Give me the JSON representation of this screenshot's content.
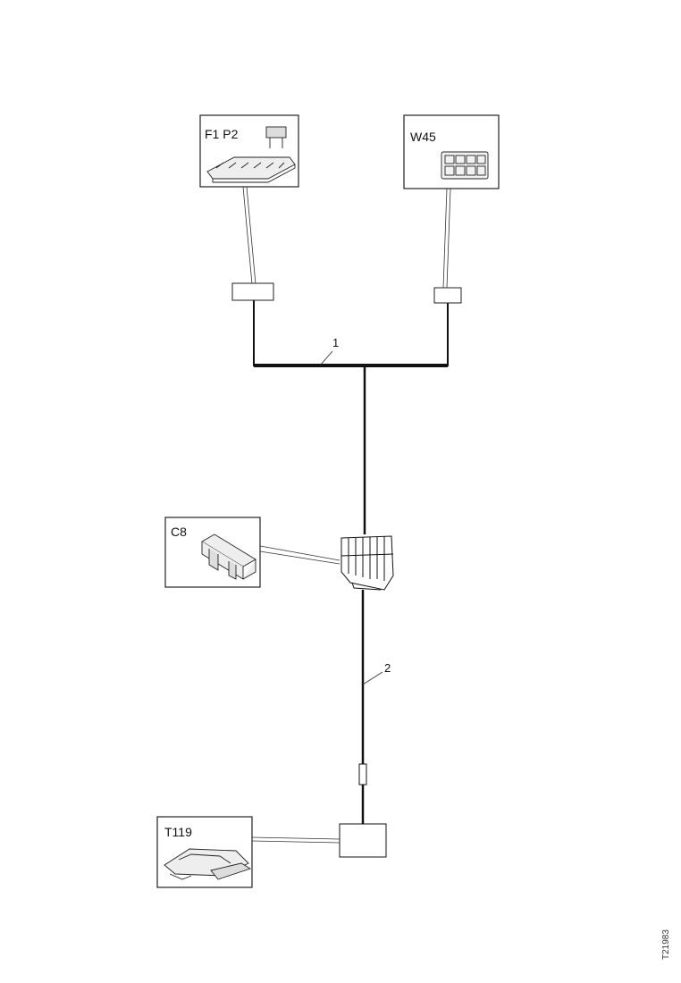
{
  "components": {
    "fuse_box": {
      "label": "F1 P2",
      "icon": "fuse-relay-box-icon"
    },
    "switch_panel": {
      "label": "W45",
      "icon": "switch-panel-icon"
    },
    "connector_c8": {
      "label": "C8",
      "icon": "connector-block-icon"
    },
    "unit_t119": {
      "label": "T119",
      "icon": "vehicle-unit-icon"
    }
  },
  "wires": {
    "wire1": {
      "label": "1"
    },
    "wire2": {
      "label": "2"
    }
  },
  "reference_code": "T21983"
}
